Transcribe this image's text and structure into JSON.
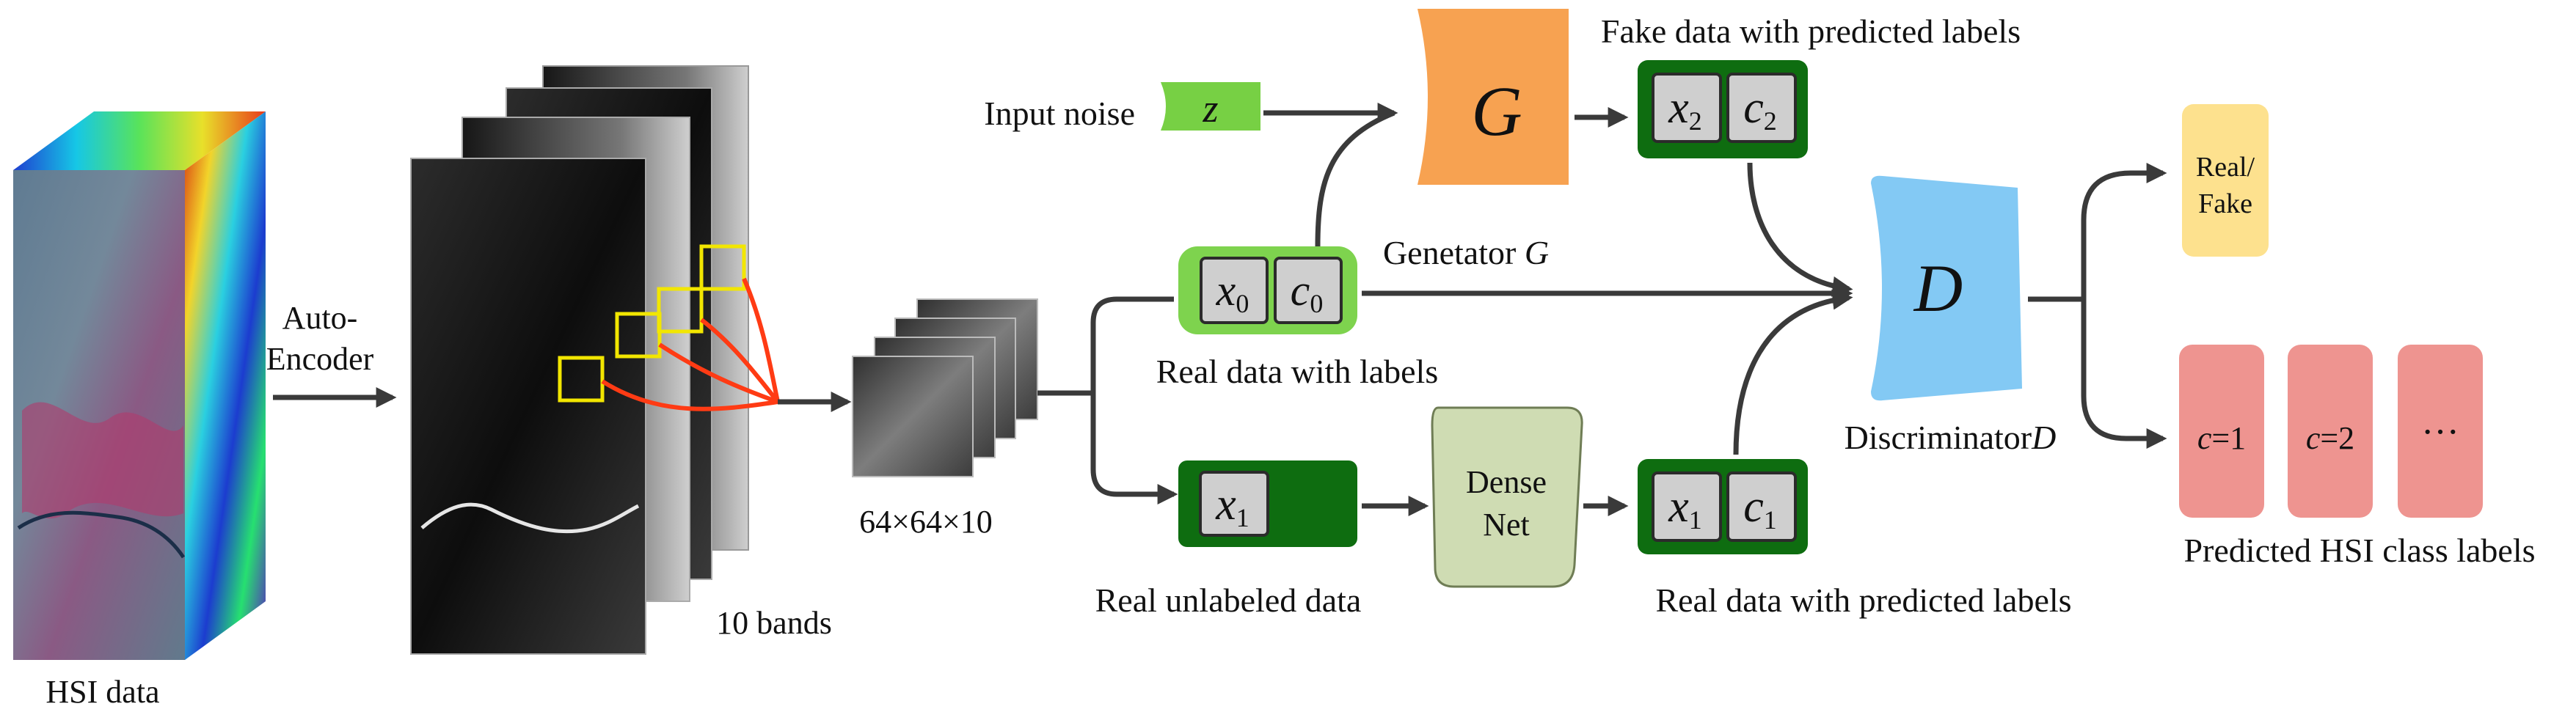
{
  "labels": {
    "hsi_data": "HSI data",
    "auto_encoder_line1": "Auto-",
    "auto_encoder_line2": "Encoder",
    "ten_bands": "10 bands",
    "patch_size": "64×64×10",
    "input_noise": "Input noise",
    "z": "z",
    "generator_letter": "G",
    "generator_caption": "Genetator",
    "generator_caption_var": "G",
    "fake_data": "Fake data with predicted labels",
    "real_labeled": "Real data with labels",
    "real_unlabeled": "Real unlabeled data",
    "densenet_line1": "Dense",
    "densenet_line2": "Net",
    "real_predicted": "Real data with predicted labels",
    "discriminator_letter": "D",
    "discriminator_caption": "Discriminator",
    "discriminator_caption_var": "D",
    "real_fake_line1": "Real/",
    "real_fake_line2": "Fake",
    "class1_var": "c",
    "class1_val": "=1",
    "class2_var": "c",
    "class2_val": "=2",
    "class_more": "···",
    "predicted_classes": "Predicted HSI class labels"
  },
  "vars": {
    "x": "x",
    "c": "c",
    "sub0": "0",
    "sub1": "1",
    "sub2": "2"
  },
  "colors": {
    "noise_green": "#77d044",
    "generator_orange": "#f7a251",
    "dark_green": "#0e6d10",
    "light_green": "#7ed34e",
    "densenet_sage": "#cfdcb3",
    "discriminator_blue": "#83c9f4",
    "real_fake_yellow": "#fde18e",
    "class_pink": "#ee9490",
    "var_gray": "#cfcfcf",
    "highlight_yellow": "#f2e600",
    "highlight_red": "#ff3b14"
  }
}
